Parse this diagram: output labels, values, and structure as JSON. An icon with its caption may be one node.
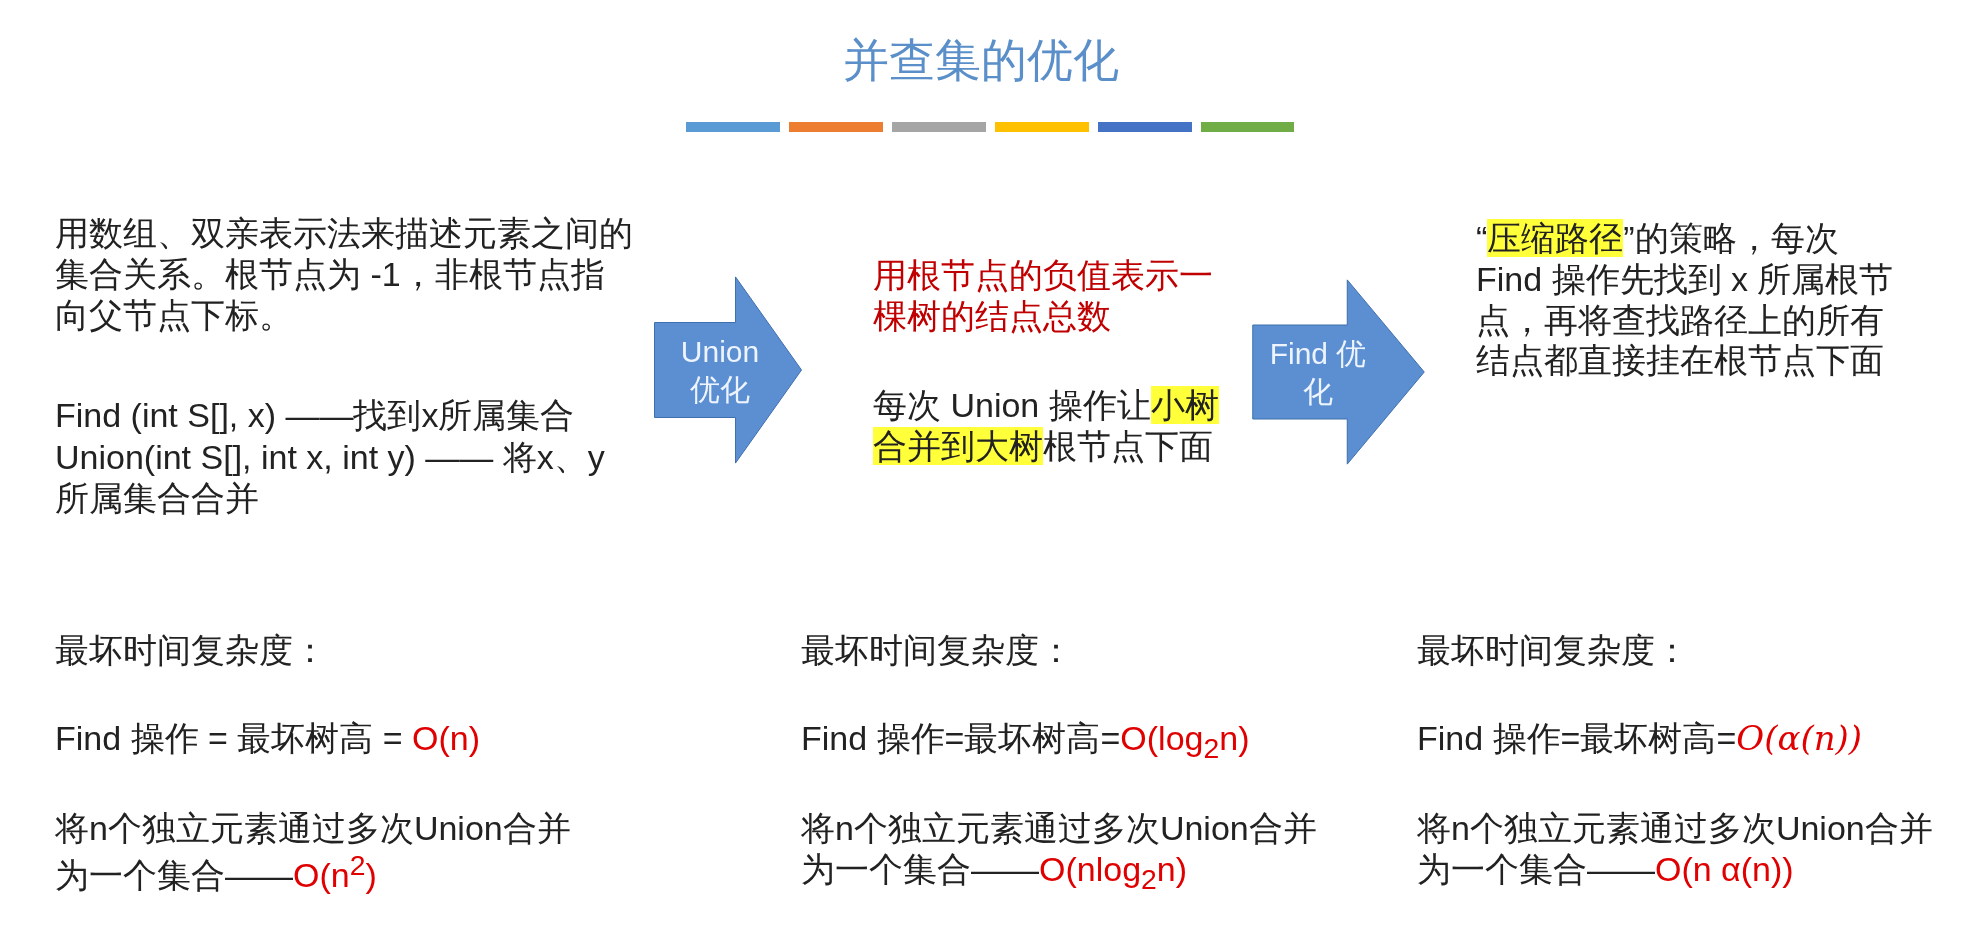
{
  "diagram": {
    "title": "并查集的优化",
    "nodes": [
      {
        "text": [
          "Union 优化"
        ]
      },
      {
        "text": [
          "Find 优化"
        ]
      }
    ],
    "labels": [
      "用数组、双亲表示法来描述元素之间的集合关系。根节点为 -1，非根节点指向父节点下标。",
      "Find (int S[], x) ——找到x所属集合",
      "Union(int S[], int x, int y) —— 将x、y所属集合合并",
      "用根节点的负值表示一棵树的结点总数",
      "每次 Union 操作让**小树合并到大树**根节点下面",
      "“**压缩路径**”的策略，每次 Find 操作先找到 x 所属根节点，再将查找路径上的所有结点都直接挂在根节点下面",
      "最坏时间复杂度：",
      "Find 操作 = 最坏树高 = ",
      "O(n)",
      "将n个独立元素通过多次Union合并为一个集合——",
      "O(n$^{2}$)",
      "最坏时间复杂度：",
      "Find 操作=最坏树高=",
      "O(log$_{2}$n)",
      "将n个独立元素通过多次Union合并为一个集合——",
      "O(nlog$_{2}$n)",
      "最坏时间复杂度：",
      "Find 操作=最坏树高=",
      "O(α(n))",
      "将n个独立元素通过多次Union合并为一个集合——",
      "O(n α(n))"
    ]
  }
}
